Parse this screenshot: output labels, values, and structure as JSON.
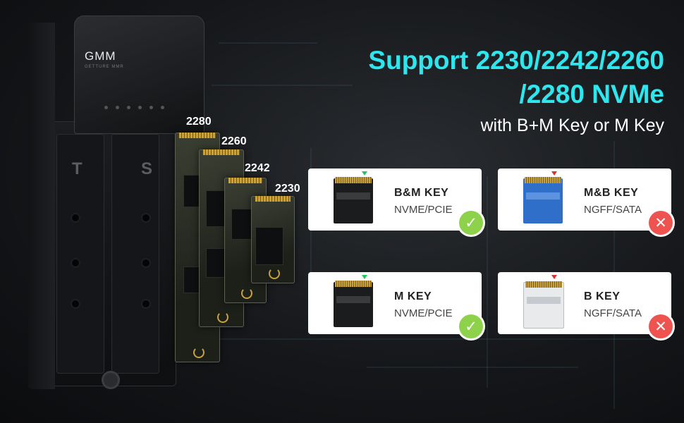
{
  "brand": {
    "name": "GMM",
    "tagline": "GETTURE MMR"
  },
  "bays": {
    "left": "T",
    "right": "S"
  },
  "ssd_sizes": [
    "2280",
    "2260",
    "2242",
    "2230"
  ],
  "headline": {
    "line1": "Support 2230/2242/2260",
    "line2": "/2280 NVMe"
  },
  "subheadline": "with B+M Key or M Key",
  "colors": {
    "accent": "#2ee6ee",
    "supported": "#8ed14a",
    "unsupported": "#ef5350"
  },
  "cards": [
    {
      "title": "B&M KEY",
      "spec": "NVME/PCIE",
      "status_icon": "check-icon",
      "status_glyph": "✓",
      "supported": true
    },
    {
      "title": "M&B KEY",
      "spec": "NGFF/SATA",
      "status_icon": "cross-icon",
      "status_glyph": "✕",
      "supported": false
    },
    {
      "title": "M KEY",
      "spec": "NVME/PCIE",
      "status_icon": "check-icon",
      "status_glyph": "✓",
      "supported": true
    },
    {
      "title": "B KEY",
      "spec": "NGFF/SATA",
      "status_icon": "cross-icon",
      "status_glyph": "✕",
      "supported": false
    }
  ]
}
